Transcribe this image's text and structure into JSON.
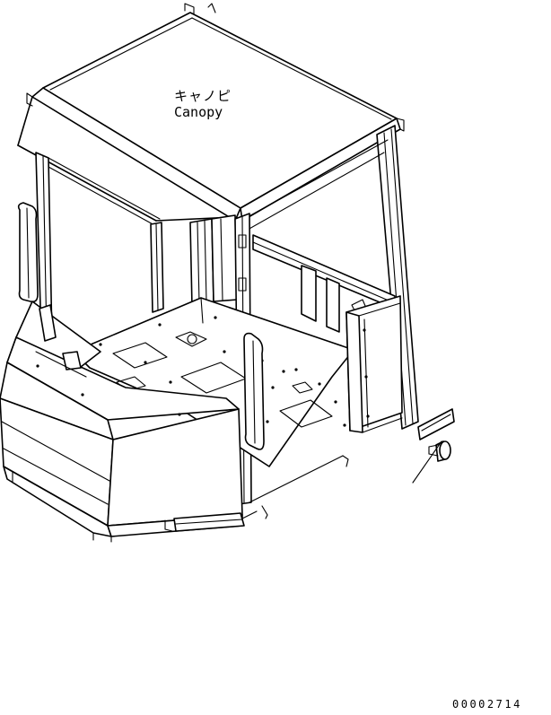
{
  "labels": {
    "part_name_jp": "キャノピ",
    "part_name_en": "Canopy"
  },
  "drawing_number": "00002714"
}
